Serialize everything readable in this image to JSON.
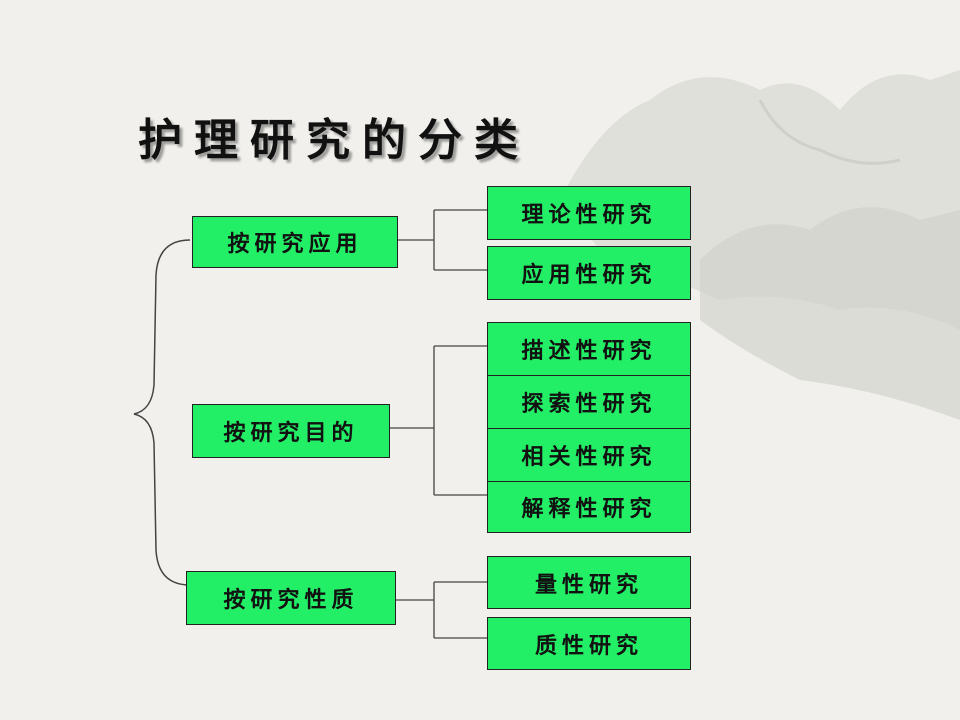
{
  "title": "护理研究的分类",
  "categories": [
    {
      "label": "按研究应用",
      "children": [
        "理论性研究",
        "应用性研究"
      ]
    },
    {
      "label": "按研究目的",
      "children": [
        "描述性研究",
        "探索性研究",
        "相关性研究",
        "解释性研究"
      ]
    },
    {
      "label": "按研究性质",
      "children": [
        "量性研究",
        "质性研究"
      ]
    }
  ],
  "colors": {
    "box": "#22ee66",
    "border": "#222222",
    "text": "#111111",
    "background": "#f1f0ec"
  }
}
